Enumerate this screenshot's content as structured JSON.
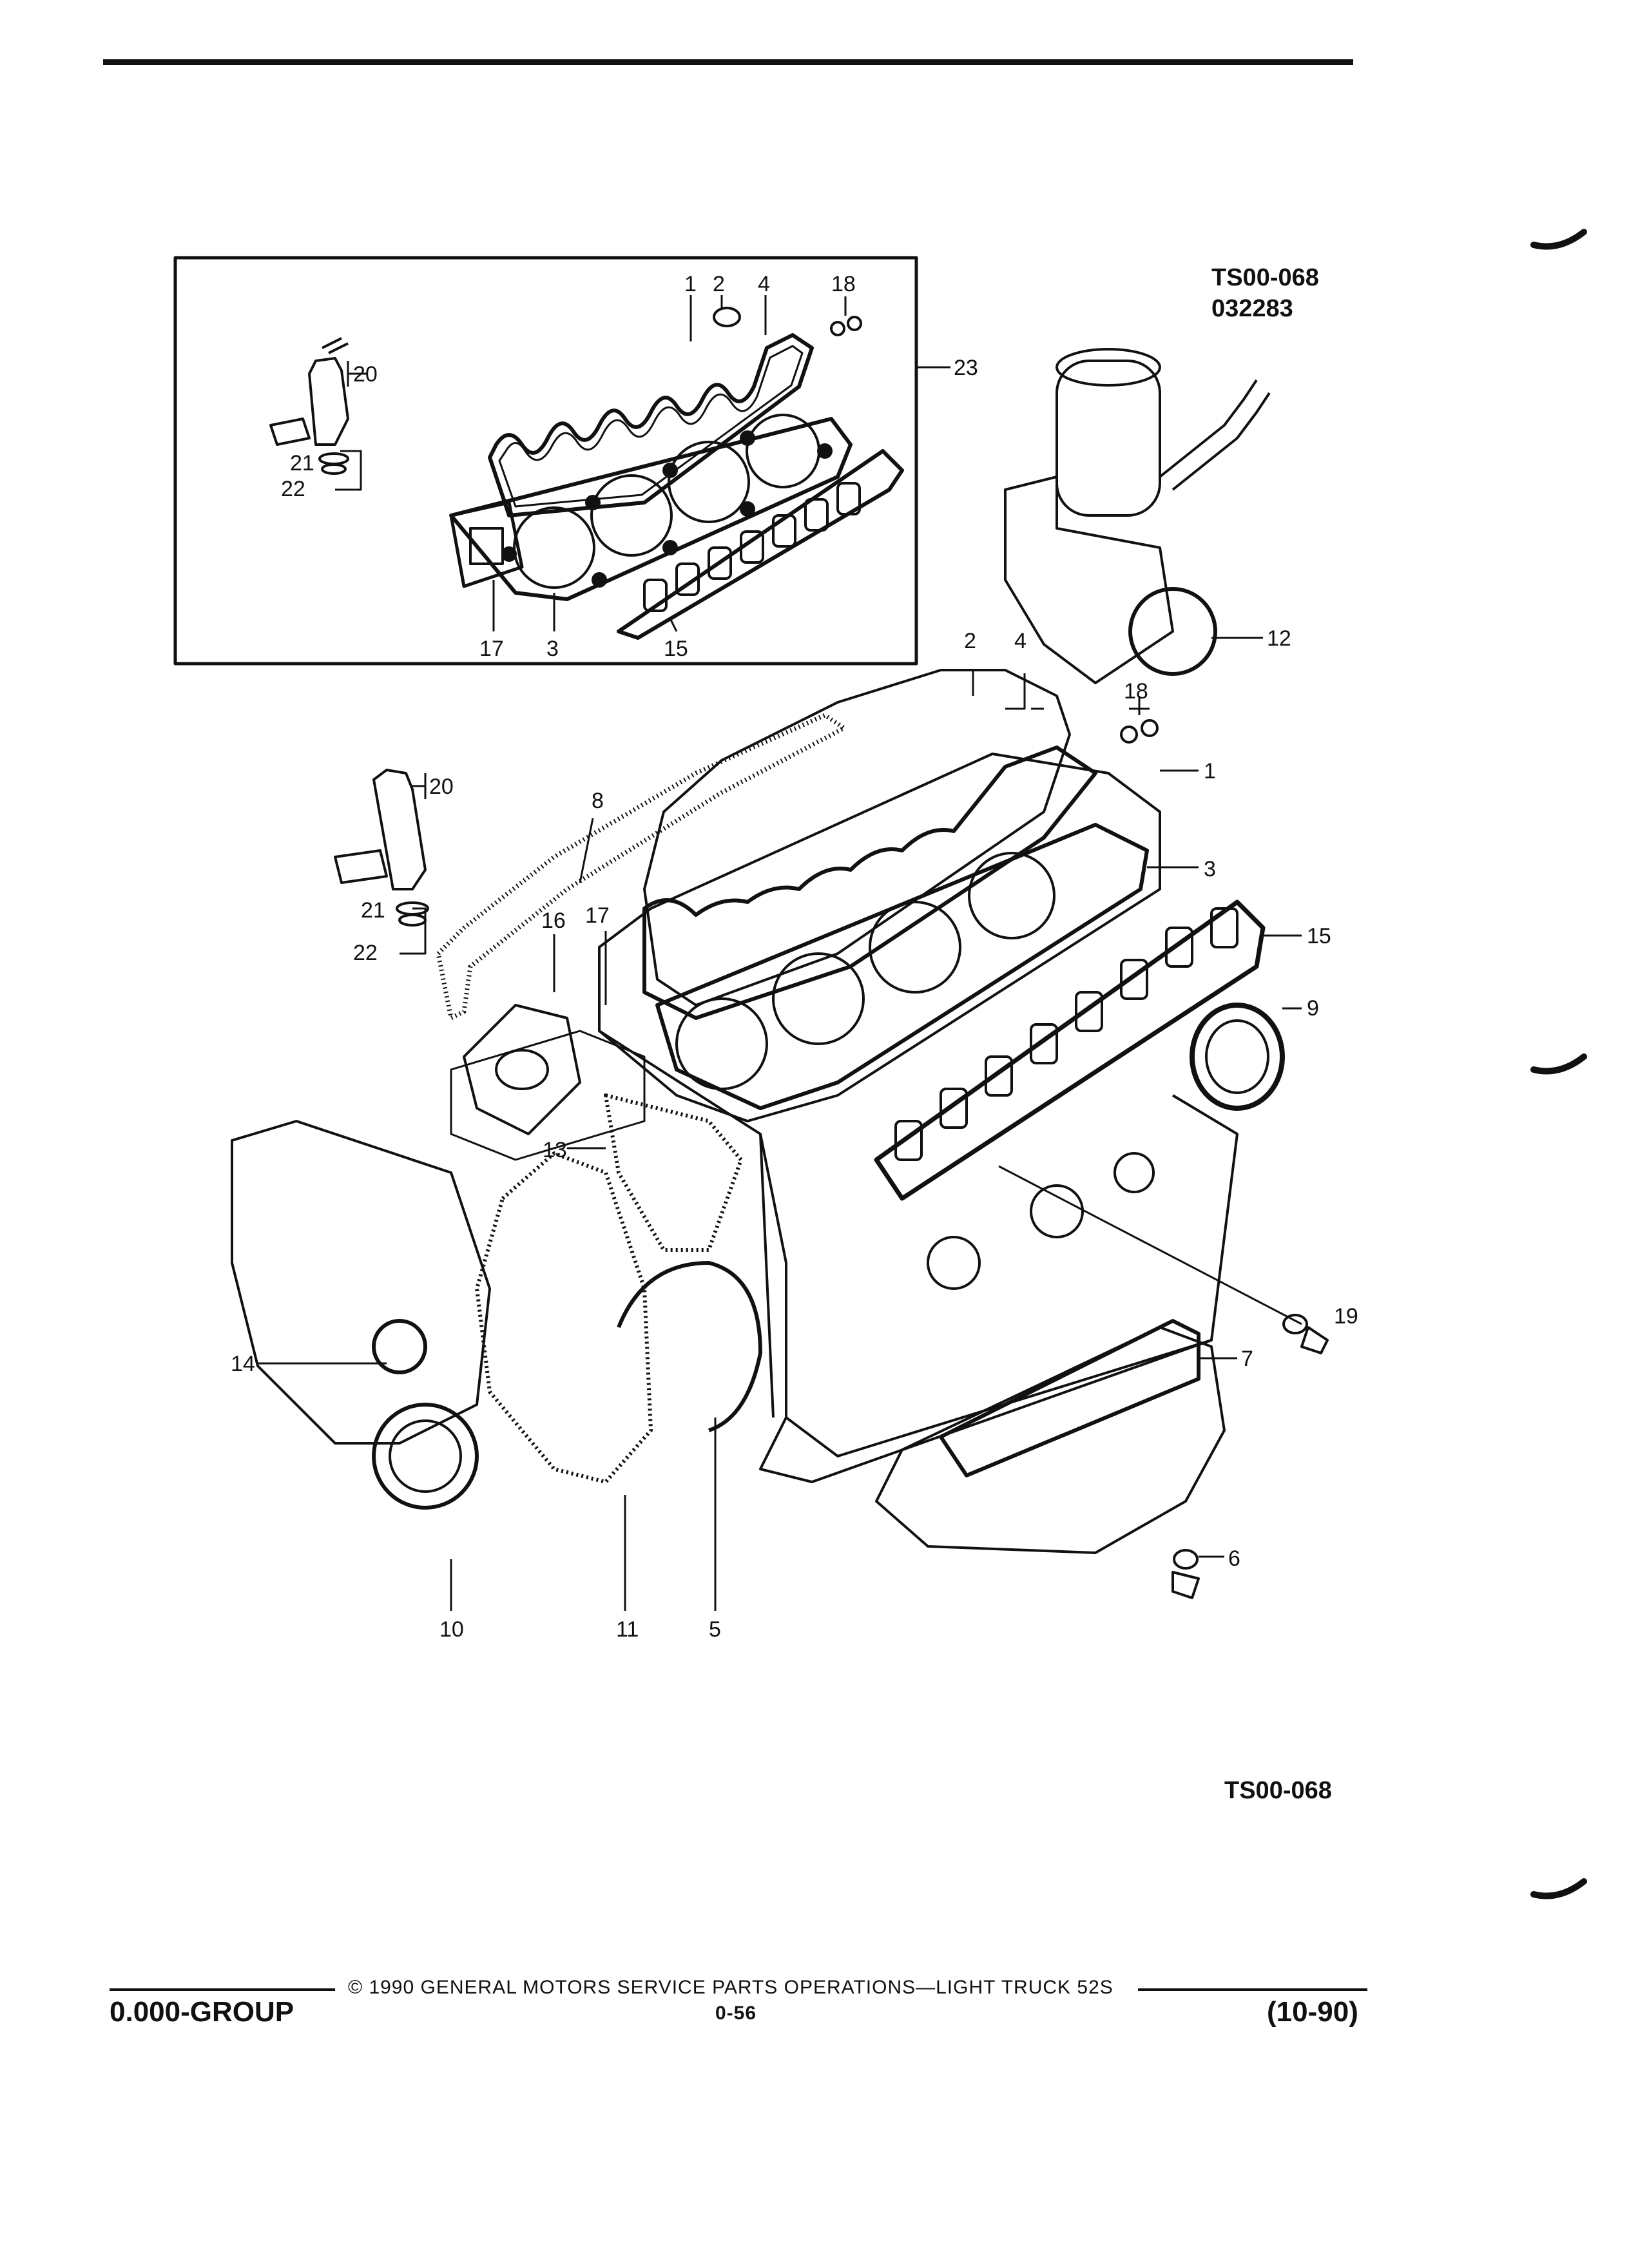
{
  "figure": {
    "code": "TS00-068",
    "code_sub": "032283",
    "code_bottom": "TS00-068"
  },
  "callouts": {
    "c1": "1",
    "c2": "2",
    "c3": "3",
    "c4": "4",
    "c5": "5",
    "c6": "6",
    "c7": "7",
    "c8": "8",
    "c9": "9",
    "c10": "10",
    "c11": "11",
    "c12": "12",
    "c13": "13",
    "c14": "14",
    "c15": "15",
    "c16": "16",
    "c17": "17",
    "c18": "18",
    "c19": "19",
    "c20": "20",
    "c21": "21",
    "c22": "22",
    "c23": "23"
  },
  "footer": {
    "copyright": "© 1990 GENERAL MOTORS SERVICE PARTS OPERATIONS—LIGHT TRUCK 52S",
    "group": "0.000-GROUP",
    "page": "0-56",
    "date": "(10-90)"
  }
}
